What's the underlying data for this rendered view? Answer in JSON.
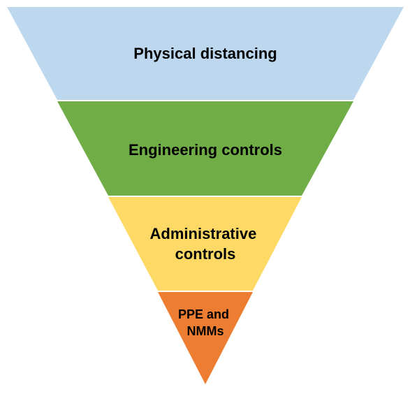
{
  "diagram": {
    "tiers": [
      {
        "id": "physical-distancing",
        "lines": [
          "Physical distancing"
        ],
        "color": "#bdd7ee"
      },
      {
        "id": "engineering-controls",
        "lines": [
          "Engineering controls"
        ],
        "color": "#70ad47"
      },
      {
        "id": "administrative-controls",
        "lines": [
          "Administrative",
          "controls"
        ],
        "color": "#ffd966"
      },
      {
        "id": "ppe-and-nmms",
        "lines": [
          "PPE and",
          "NMMs"
        ],
        "color": "#ed7d31"
      }
    ]
  }
}
